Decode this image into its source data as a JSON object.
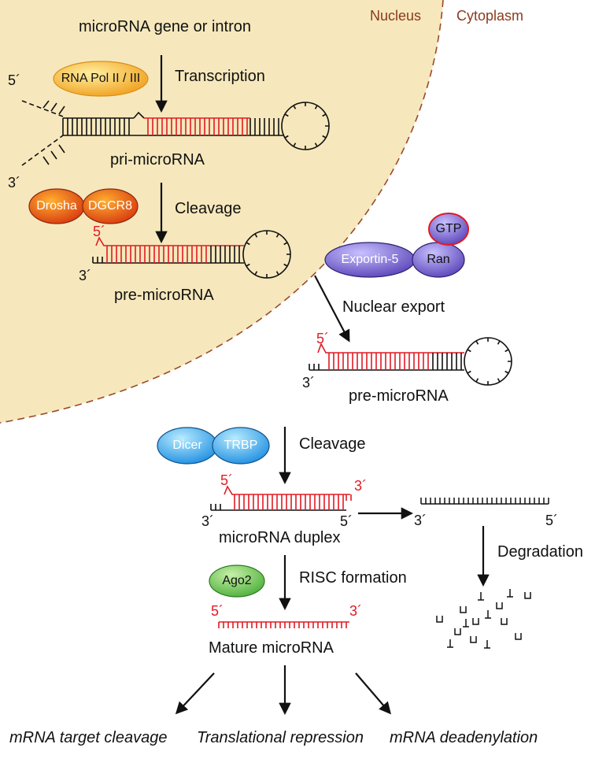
{
  "regions": {
    "nucleus": "Nucleus",
    "cytoplasm": "Cytoplasm"
  },
  "labels": {
    "gene": "microRNA gene or intron",
    "transcription": "Transcription",
    "pri": "pri-microRNA",
    "cleavage1": "Cleavage",
    "pre1": "pre-microRNA",
    "nuclear_export": "Nuclear export",
    "pre2": "pre-microRNA",
    "cleavage2": "Cleavage",
    "duplex": "microRNA duplex",
    "risc": "RISC formation",
    "mature": "Mature microRNA",
    "degradation": "Degradation"
  },
  "ends": {
    "five": "5´",
    "three": "3´"
  },
  "enzymes": {
    "pol": "RNA Pol II / III",
    "drosha": "Drosha",
    "dgcr8": "DGCR8",
    "exportin": "Exportin-5",
    "ran": "Ran",
    "gtp": "GTP",
    "dicer": "Dicer",
    "trbp": "TRBP",
    "ago2": "Ago2"
  },
  "outcomes": {
    "cleavage": "mRNA target cleavage",
    "repression": "Translational repression",
    "deadenylation": "mRNA deadenylation"
  },
  "colors": {
    "nucleus_fill": "#f6e8bc",
    "boundary": "#9a4a2a",
    "mirna_red": "#e01b24"
  }
}
